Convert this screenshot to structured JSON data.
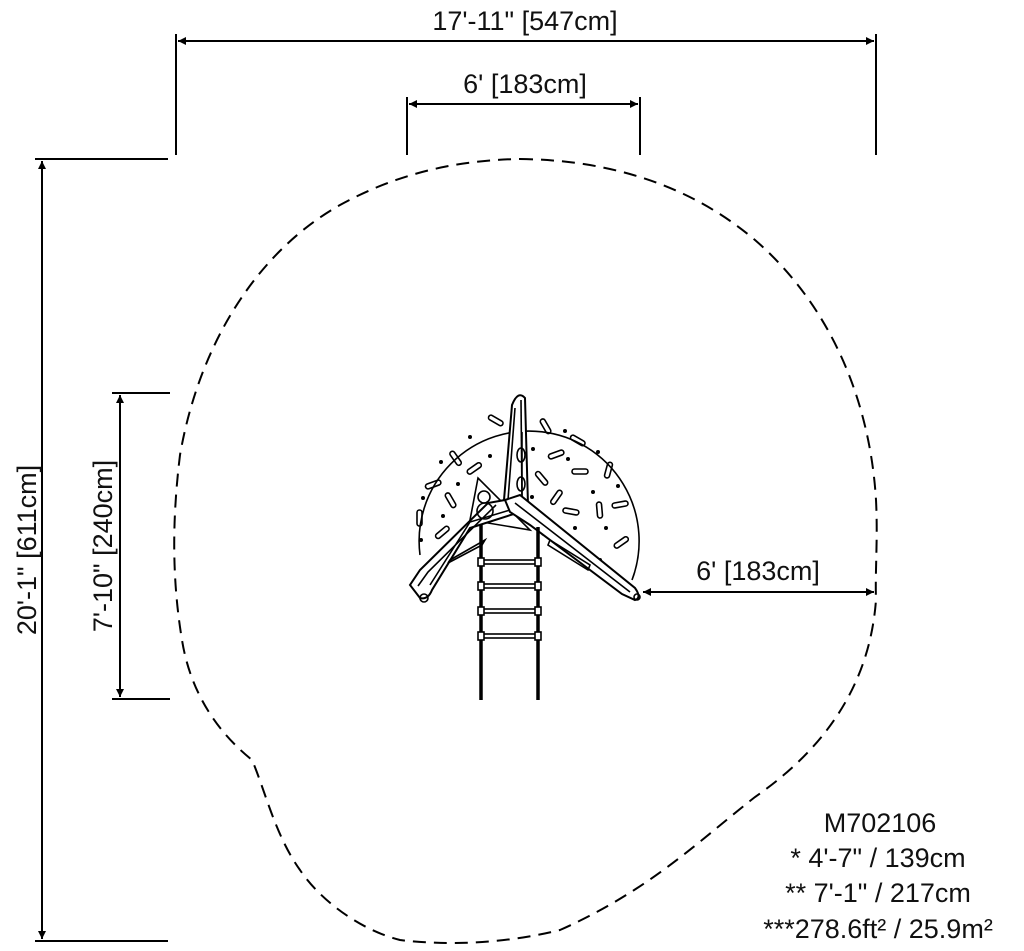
{
  "diagram": {
    "type": "playground-equipment-use-zone-plan",
    "model_number": "M702106",
    "dimensions": {
      "overall_width": "17'-11\" [547cm]",
      "top_clearance": "6' [183cm]",
      "overall_depth": "20'-1\" [611cm]",
      "equipment_depth": "7'-10\" [240cm]",
      "slide_exit_clearance": "6' [183cm]"
    },
    "specs": {
      "fall_height": "* 4'-7\" / 139cm",
      "max_height": "** 7'-1\" / 217cm",
      "use_zone_area": "***278.6ft² / 25.9m²"
    },
    "components": [
      {
        "name": "use-zone-boundary",
        "style": "dashed"
      },
      {
        "name": "circular-climbing-panel"
      },
      {
        "name": "center-slide"
      },
      {
        "name": "left-slide"
      },
      {
        "name": "right-slide"
      },
      {
        "name": "ladder",
        "rungs": 4
      }
    ],
    "colors": {
      "line": "#000000",
      "background": "#ffffff"
    }
  }
}
